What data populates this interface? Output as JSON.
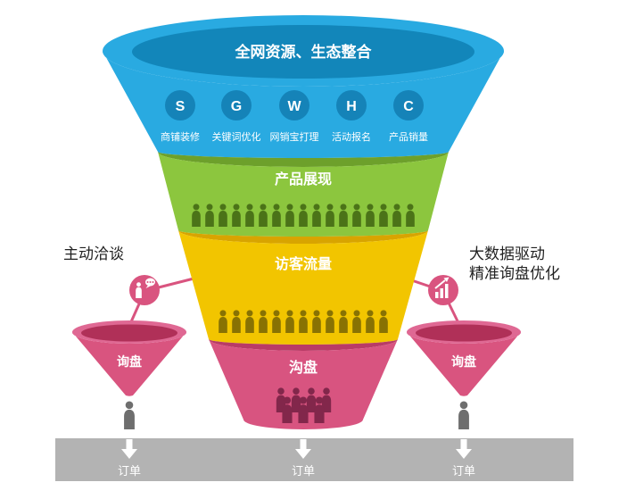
{
  "diagram": {
    "title": "全网资源、生态整合",
    "badges": [
      {
        "letter": "S",
        "label": "商铺装修"
      },
      {
        "letter": "G",
        "label": "关键词优化"
      },
      {
        "letter": "W",
        "label": "网销宝打理"
      },
      {
        "letter": "H",
        "label": "活动报名"
      },
      {
        "letter": "C",
        "label": "产品销量"
      }
    ],
    "stages": {
      "display": "产品展现",
      "traffic": "访客流量",
      "deal": "沟盘"
    },
    "left_callout": "主动洽谈",
    "right_callout": {
      "line1": "大数据驱动",
      "line2": "精准询盘优化"
    },
    "side_funnels": {
      "left_label": "询盘",
      "right_label": "询盘"
    },
    "orders": [
      "订单",
      "订单",
      "订单"
    ],
    "colors": {
      "blue": "#29aae1",
      "blue_inner": "#1286ba",
      "badge_blue": "#1583b8",
      "green": "#8cc63e",
      "green_dark": "#6da02b",
      "yellow": "#f2c500",
      "yellow_dark": "#d8a400",
      "pink": "#d85480",
      "pink_dark": "#b93b66",
      "gray_bar": "#b3b3b3"
    }
  }
}
